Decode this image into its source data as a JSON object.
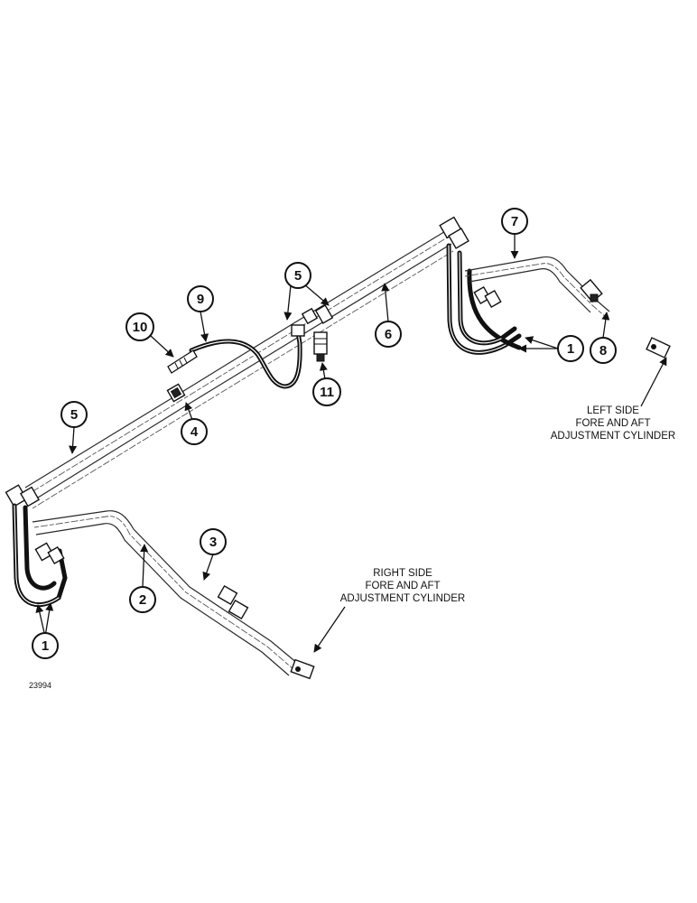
{
  "callouts": {
    "c1a": "1",
    "c1b": "1",
    "c2": "2",
    "c3": "3",
    "c4": "4",
    "c5a": "5",
    "c5b": "5",
    "c6": "6",
    "c7": "7",
    "c8": "8",
    "c9": "9",
    "c10": "10",
    "c11": "11"
  },
  "labels": {
    "left_cylinder": [
      "LEFT SIDE",
      "FORE AND AFT",
      "ADJUSTMENT CYLINDER"
    ],
    "right_cylinder": [
      "RIGHT SIDE",
      "FORE AND AFT",
      "ADJUSTMENT CYLINDER"
    ]
  },
  "figure_number": "23994"
}
